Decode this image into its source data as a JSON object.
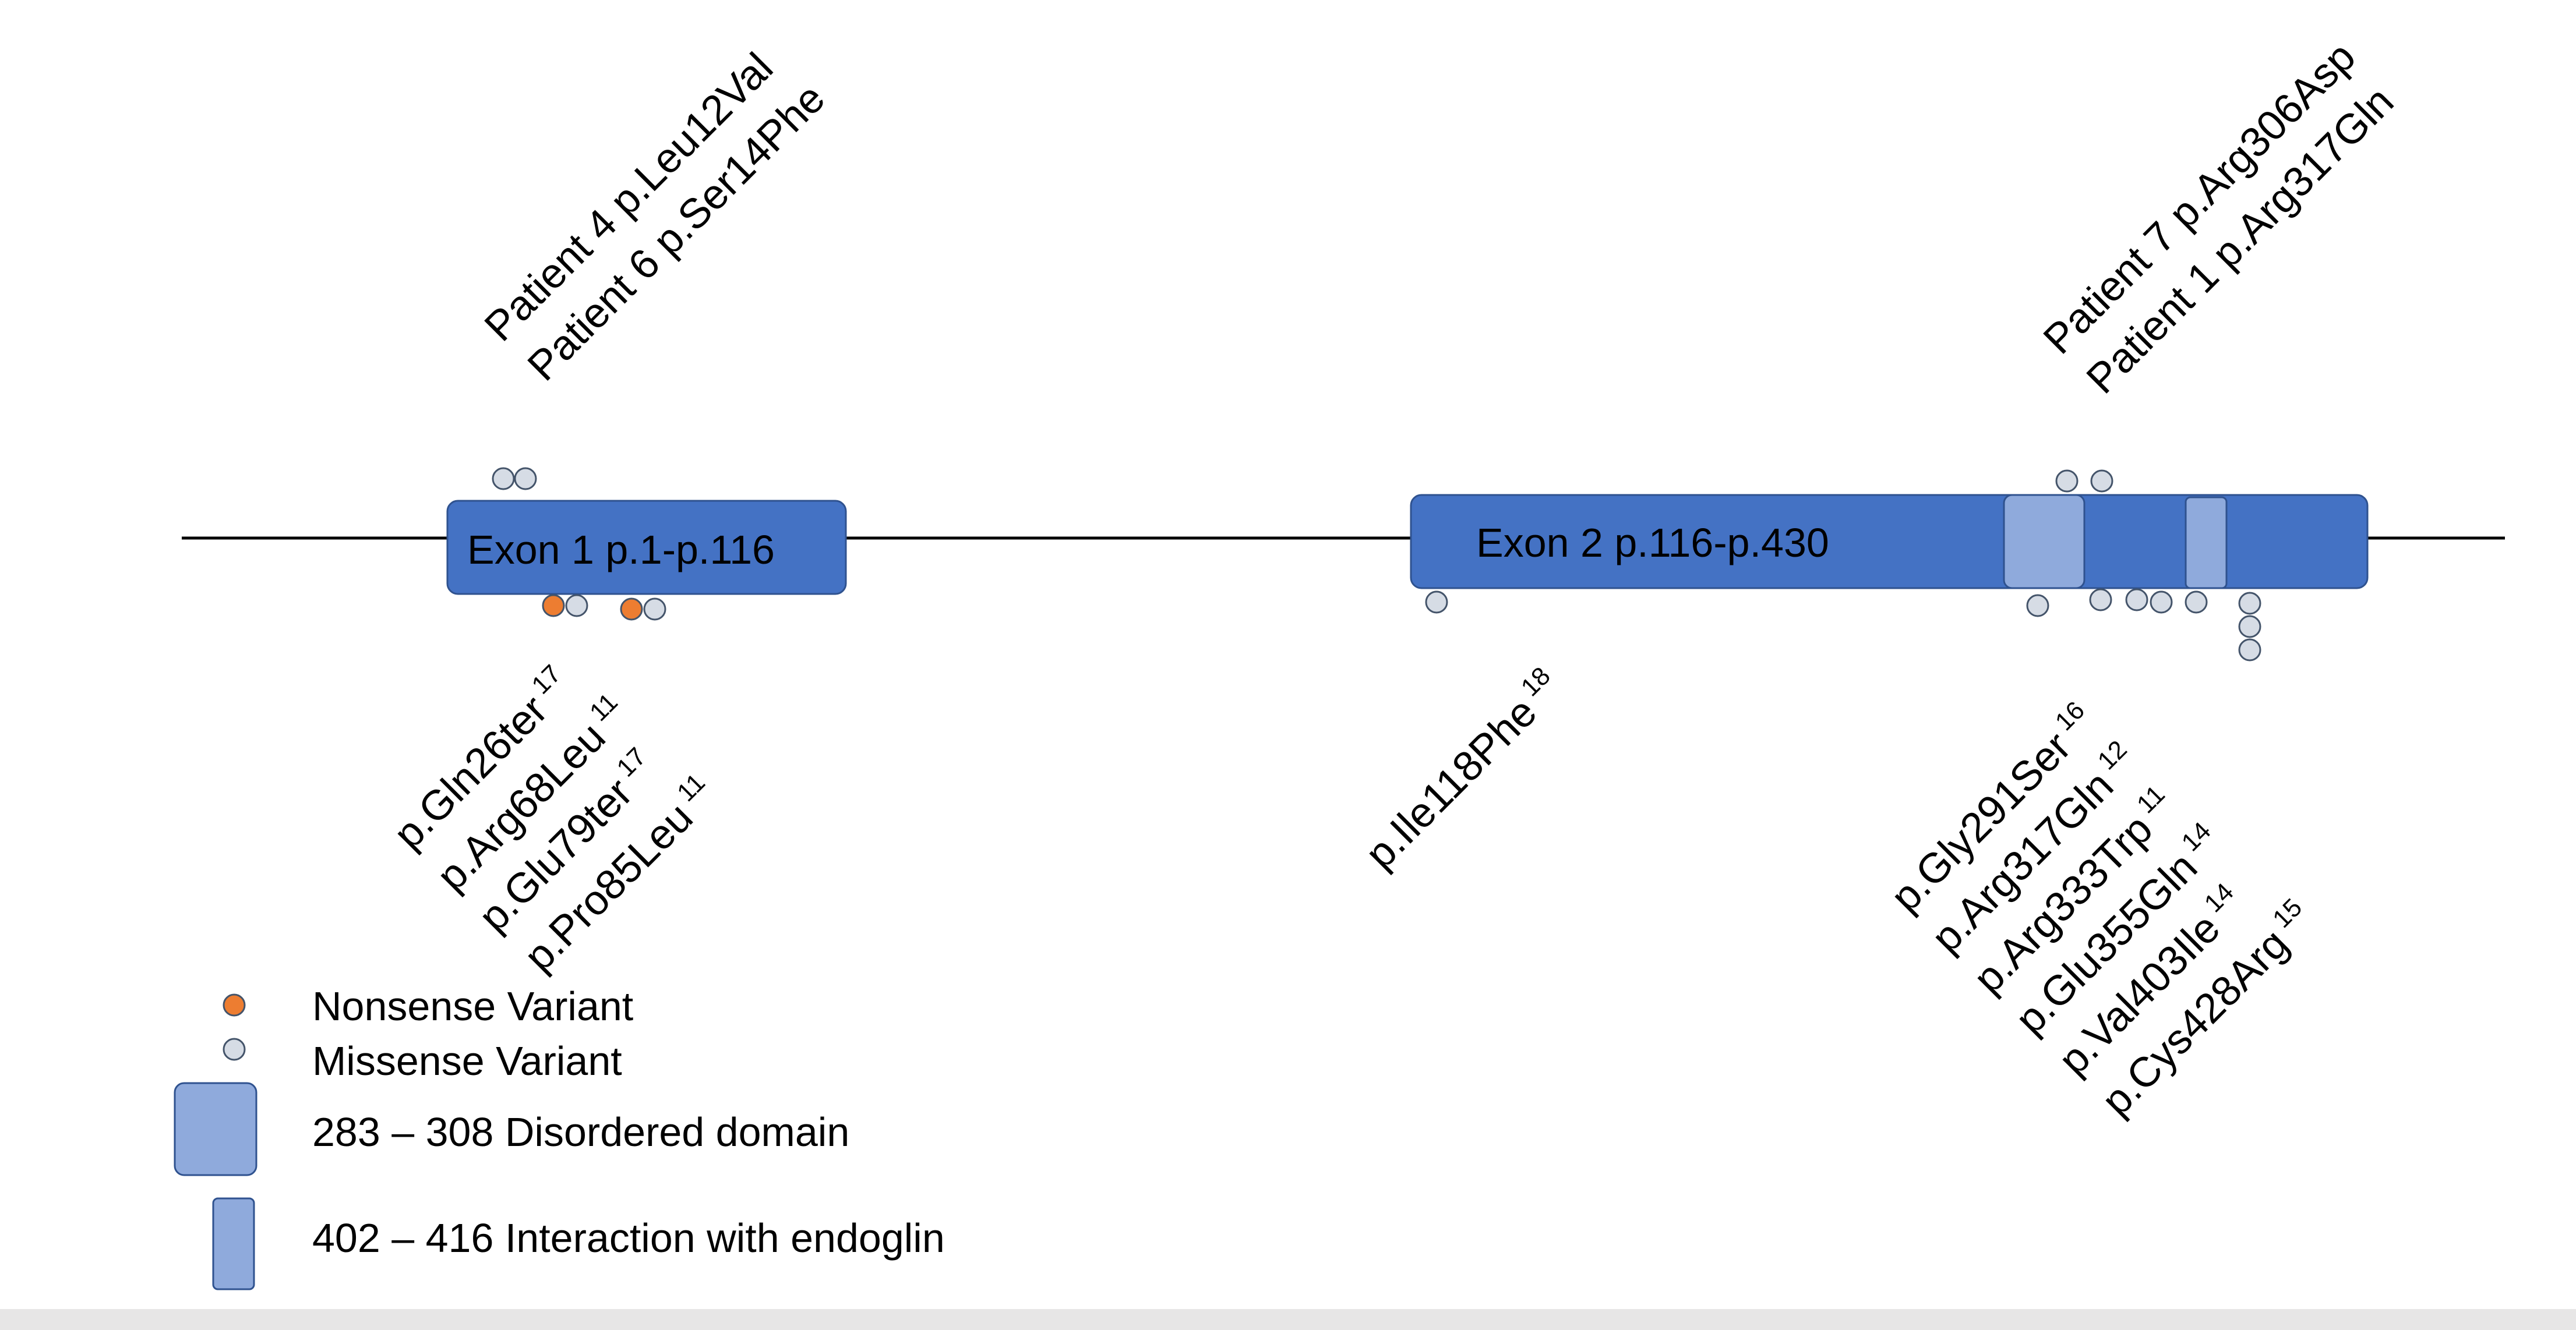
{
  "colors": {
    "exon": "#4472c4",
    "exon_stroke": "#2f528f",
    "domain": "#8faadc",
    "nonsense": "#ed7d31",
    "missense": "#d6dce5",
    "line": "#000000",
    "bottom_bar": "#e7e6e6"
  },
  "exons": [
    {
      "label": "Exon 1 p.1-p.116"
    },
    {
      "label": "Exon 2 p.116-p.430"
    }
  ],
  "patient_groups": [
    {
      "lines": [
        "Patient 4 p.Leu12Val",
        "Patient 6 p.Ser14Phe"
      ]
    },
    {
      "lines": [
        "Patient 7 p.Arg306Asp",
        "Patient 1 p.Arg317Gln"
      ]
    }
  ],
  "literature_variants": [
    {
      "name": "p.Gln26ter",
      "ref": "17"
    },
    {
      "name": "p.Arg68Leu",
      "ref": "11"
    },
    {
      "name": "p.Glu79ter",
      "ref": "17"
    },
    {
      "name": "p.Pro85Leu",
      "ref": "11"
    },
    {
      "name": "p.Ile118Phe",
      "ref": "18"
    },
    {
      "name": "p.Gly291Ser",
      "ref": "16"
    },
    {
      "name": "p.Arg317Gln",
      "ref": "12"
    },
    {
      "name": "p.Arg333Trp",
      "ref": "11"
    },
    {
      "name": "p.Glu355Gln",
      "ref": "14"
    },
    {
      "name": "p.Val403Ile",
      "ref": "14"
    },
    {
      "name": "p.Cys428Arg",
      "ref": "15"
    }
  ],
  "legend": {
    "nonsense": "Nonsense Variant",
    "missense": "Missense Variant",
    "disordered": "283 – 308 Disordered domain",
    "interaction": "402 – 416 Interaction with endoglin"
  }
}
